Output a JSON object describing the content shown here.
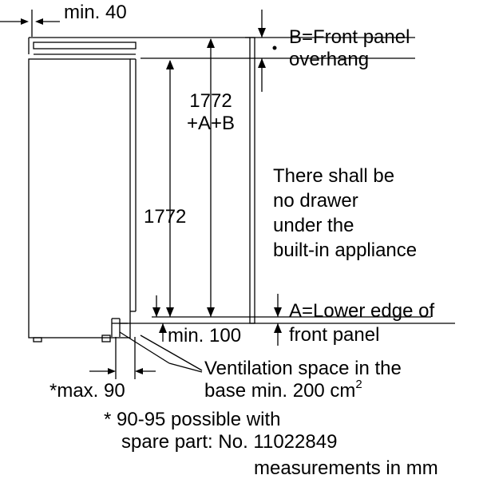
{
  "labels": {
    "min40": "min. 40",
    "b_front_panel_1": "B=Front panel",
    "b_front_panel_2": "overhang",
    "h1772_ab_1": "1772",
    "h1772_ab_2": "+A+B",
    "h1772": "1772",
    "drawer_note_1": "There shall be",
    "drawer_note_2": "no drawer",
    "drawer_note_3": "under the",
    "drawer_note_4": "built-in appliance",
    "a_lower_edge_1": "A=Lower edge of",
    "a_lower_edge_2": "front panel",
    "min100": "min. 100",
    "vent_1": "Ventilation space in the",
    "vent_2": "base min. 200 cm",
    "vent_2_sup": "2",
    "max90": "*max. 90",
    "footnote_1": "* 90-95 possible with",
    "footnote_2": "spare part: No. 11022849",
    "units": "measurements in mm"
  },
  "colors": {
    "line": "#000000",
    "background": "#ffffff"
  }
}
